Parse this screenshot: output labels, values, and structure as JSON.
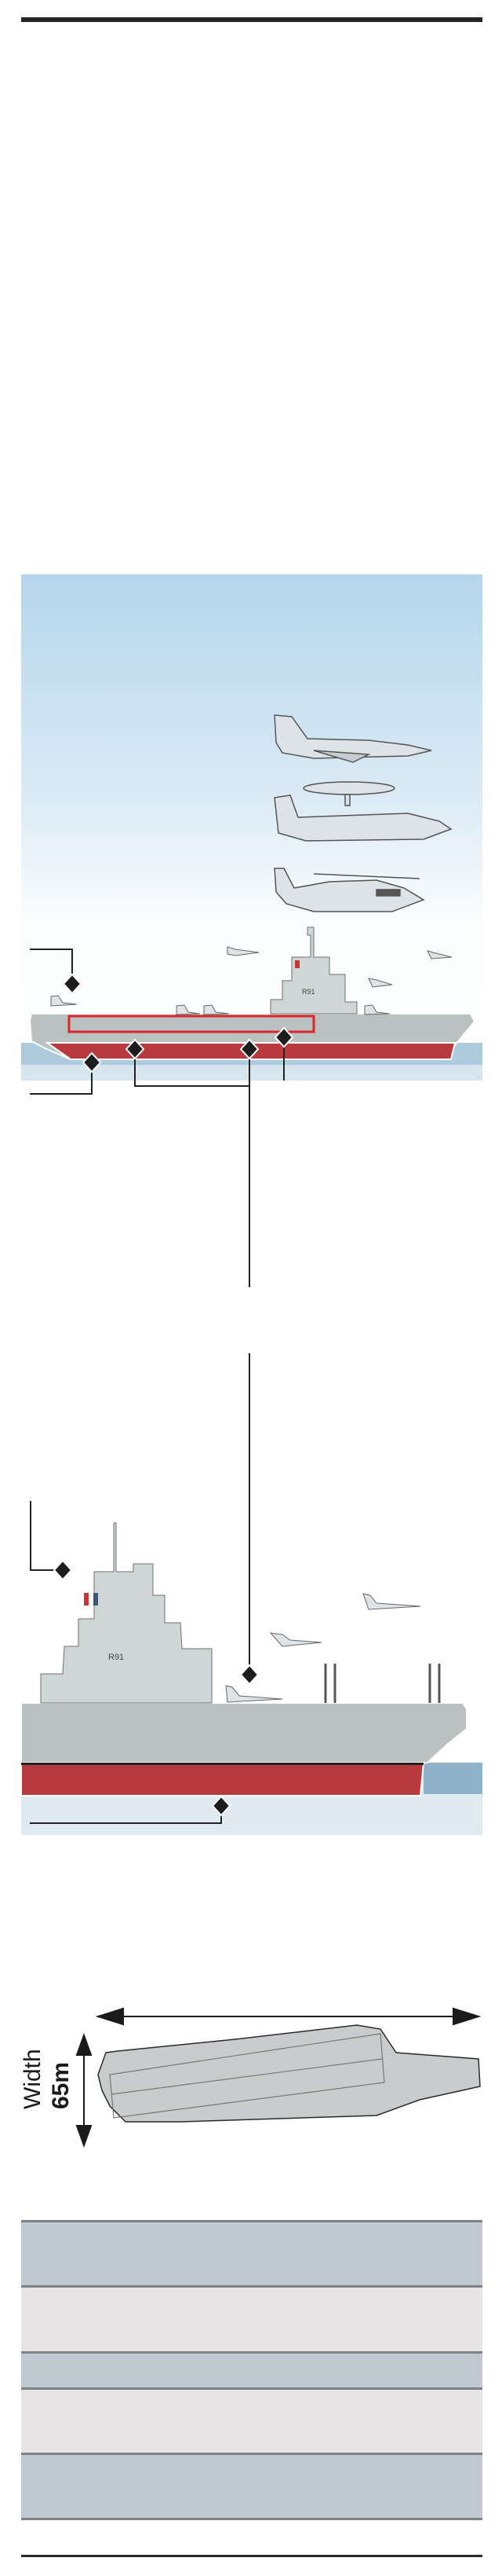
{
  "ship": {
    "hull_number": "R91"
  },
  "plan_view": {
    "width_label": "Width",
    "width_value": "65m"
  },
  "colors": {
    "sky": "#b4d6ec",
    "hull_red": "#b83a3e",
    "hull_grey": "#b9c1c1",
    "water": "#a9c6d8",
    "table_blue": "#c0c9d1",
    "table_grey": "#e6e4e5",
    "highlight": "#e0242b"
  },
  "table": {
    "rows": [
      {
        "shade": "blue"
      },
      {
        "shade": "grey"
      },
      {
        "shade": "blue"
      },
      {
        "shade": "grey"
      },
      {
        "shade": "blue"
      }
    ]
  }
}
